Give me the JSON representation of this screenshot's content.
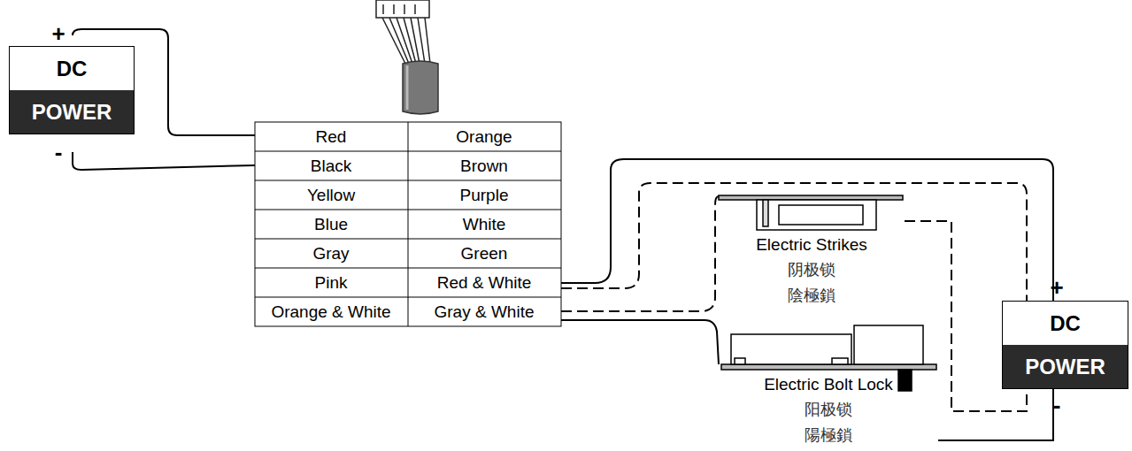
{
  "diagram": {
    "nodes": [
      {
        "text": [
          "DC",
          "POWER"
        ]
      },
      {
        "text": [
          "Electric Strikes",
          "阴极锁",
          "陰極鎖"
        ]
      },
      {
        "text": [
          "Electric Bolt Lock",
          "阳极锁",
          "陽極鎖"
        ]
      },
      {
        "text": [
          "DC",
          "POWER"
        ]
      }
    ],
    "edges": [
      {
        "from": 1,
        "to": 3,
        "arrow": "none"
      },
      {
        "from": 2,
        "to": 3,
        "arrow": "none"
      }
    ],
    "labels": [
      "+",
      "-",
      "Red",
      "Orange",
      "Black",
      "Brown",
      "Yellow",
      "Purple",
      "Blue",
      "White",
      "Gray",
      "Green",
      "Pink",
      "Red & White",
      "Orange & White",
      "Gray & White",
      "+",
      "-"
    ]
  }
}
